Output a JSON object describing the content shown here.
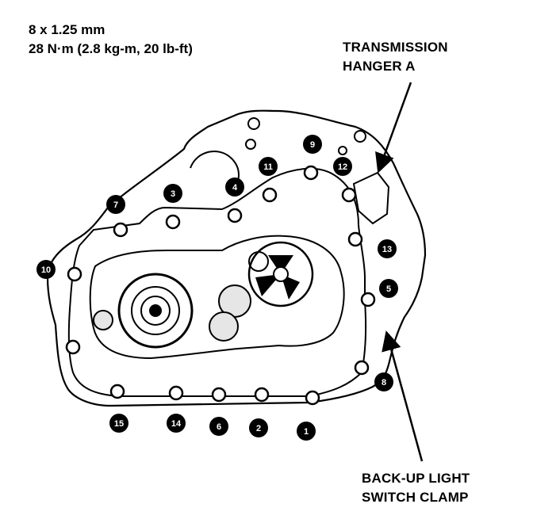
{
  "spec": {
    "line1": "8 x 1.25 mm",
    "line2": "28 N·m (2.8 kg-m, 20 lb-ft)"
  },
  "callouts": {
    "hanger": {
      "line1": "TRANSMISSION",
      "line2": "HANGER A"
    },
    "clamp": {
      "line1": "BACK-UP LIGHT",
      "line2": "SWITCH CLAMP"
    }
  },
  "bolt_labels": [
    "1",
    "2",
    "3",
    "4",
    "5",
    "6",
    "7",
    "8",
    "9",
    "10",
    "11",
    "12",
    "13",
    "14",
    "15"
  ],
  "colors": {
    "ink": "#000000",
    "paper": "#ffffff"
  }
}
